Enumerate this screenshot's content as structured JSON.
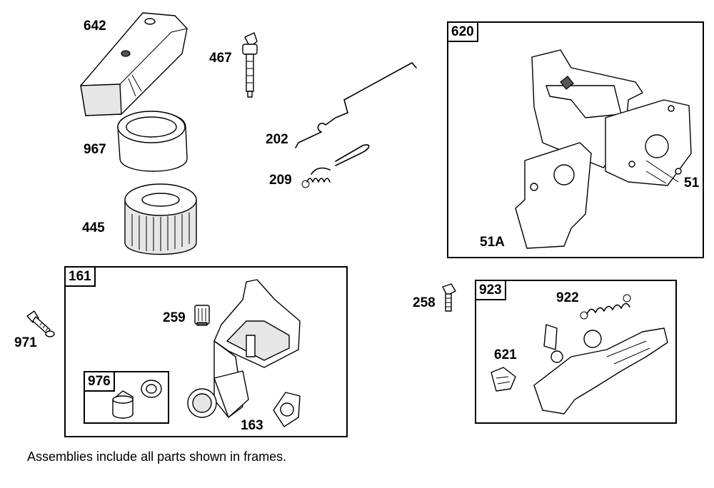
{
  "labels": {
    "p642": "642",
    "p467": "467",
    "p967": "967",
    "p445": "445",
    "p202": "202",
    "p209": "209",
    "p51": "51",
    "p51a": "51A",
    "p971": "971",
    "p259": "259",
    "p163": "163",
    "p258": "258",
    "p922": "922",
    "p621": "621"
  },
  "frames": {
    "f620": "620",
    "f161": "161",
    "f976": "976",
    "f923": "923"
  },
  "note": "Assemblies include all parts shown in frames."
}
